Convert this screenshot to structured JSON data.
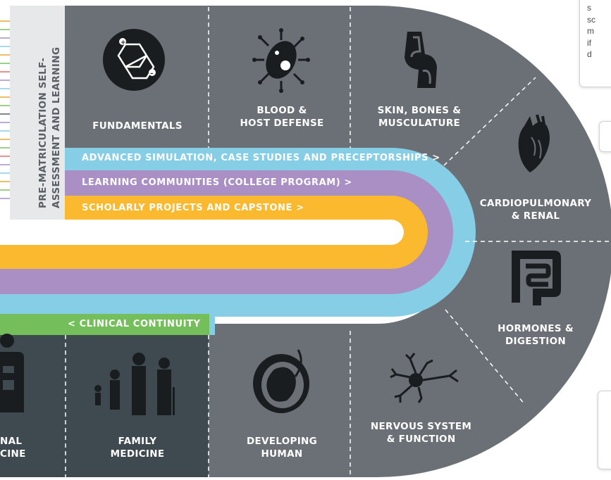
{
  "pre_matriculation": {
    "line1": "PRE-MATRICULATION SELF-",
    "line2": "ASSESSMENT AND LEARNING"
  },
  "phase1_blocks": [
    {
      "line1": "FUNDAMENTALS",
      "line2": "",
      "icon": "molecule-icon"
    },
    {
      "line1": "BLOOD &",
      "line2": "HOST DEFENSE",
      "icon": "microbe-icon"
    },
    {
      "line1": "SKIN, BONES &",
      "line2": "MUSCULATURE",
      "icon": "knee-joint-icon"
    },
    {
      "line1": "CARDIOPULMONARY",
      "line2": "& RENAL",
      "icon": "heart-icon"
    },
    {
      "line1": "HORMONES &",
      "line2": "DIGESTION",
      "icon": "intestine-icon"
    },
    {
      "line1": "NERVOUS SYSTEM",
      "line2": "& FUNCTION",
      "icon": "neuron-icon"
    },
    {
      "line1": "DEVELOPING",
      "line2": "HUMAN",
      "icon": "fetus-icon"
    }
  ],
  "phase2_blocks": [
    {
      "line1": "FAMILY",
      "line2": "MEDICINE",
      "icon": "family-icon"
    },
    {
      "line1": "NAL",
      "line2": "CINE",
      "icon": "body-organs-icon"
    }
  ],
  "threads": {
    "advanced_simulation": "ADVANCED SIMULATION, CASE STUDIES AND PRECEPTORSHIPS >",
    "learning_communities": "LEARNING COMMUNITIES (COLLEGE PROGRAM) >",
    "scholarly_projects": "SCHOLARLY PROJECTS AND CAPSTONE >",
    "clinical_continuity": "< CLINICAL CONTINUITY"
  },
  "callouts": {
    "top_right_lines": [
      "s",
      "sc",
      "m",
      "if",
      "d"
    ]
  },
  "colors": {
    "phase1_gray": "#6a7075",
    "phase2_dark": "#3e4950",
    "simulation_blue": "#86cde6",
    "communities_purple": "#a98fc4",
    "scholarly_yellow": "#fbb92f",
    "clinical_green": "#74bf5b",
    "pre_box": "#e7e8e9"
  }
}
